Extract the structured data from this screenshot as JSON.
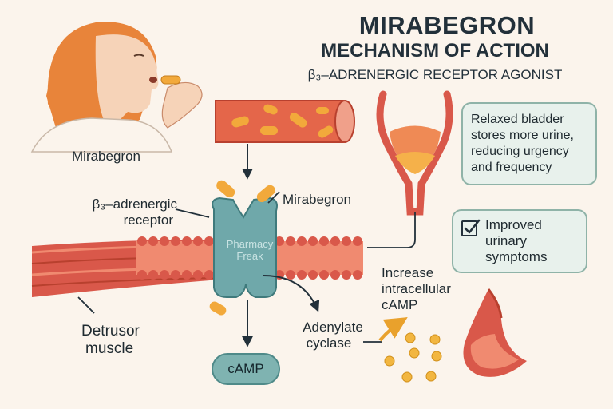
{
  "title": {
    "line1": "MIRABEGRON",
    "line2": "MECHANISM OF ACTION",
    "line3": "β₃–ADRENERGIC RECEPTOR AGONIST"
  },
  "labels": {
    "person_drug": "Mirabegron",
    "receptor_line1": "β₃–adrenergic",
    "receptor_line2": "receptor",
    "drug_at_receptor": "Mirabegron",
    "muscle_line1": "Detrusor",
    "muscle_line2": "muscle",
    "camp": "cAMP",
    "enzyme_line1": "Adenylate",
    "enzyme_line2": "cyclase",
    "increase_line1": "Increase",
    "increase_line2": "intracellular",
    "increase_line3": "cAMP"
  },
  "boxes": {
    "bladder_line1": "Relaxed bladder",
    "bladder_line2": "stores more urine,",
    "bladder_line3": "reducing urgency",
    "bladder_line4": "and frequency",
    "symptoms_line1": "Improved",
    "symptoms_line2": "urinary",
    "symptoms_line3": "symptoms"
  },
  "watermark": {
    "line1": "Pharmacy",
    "line2": "Freak"
  },
  "icons": [
    "person-taking-pill-icon",
    "blood-vessel-icon",
    "bladder-icon",
    "checkbox-icon",
    "receptor-icon",
    "muscle-fiber-icon",
    "relaxed-bladder-icon"
  ],
  "colors": {
    "background": "#fbf4ec",
    "pill": "#f2a93b",
    "vessel": "#e4664a",
    "receptor": "#6fa8aa",
    "membrane": "#d9584a",
    "box_fill": "#e8f1ec",
    "box_border": "#8fb3a8"
  }
}
